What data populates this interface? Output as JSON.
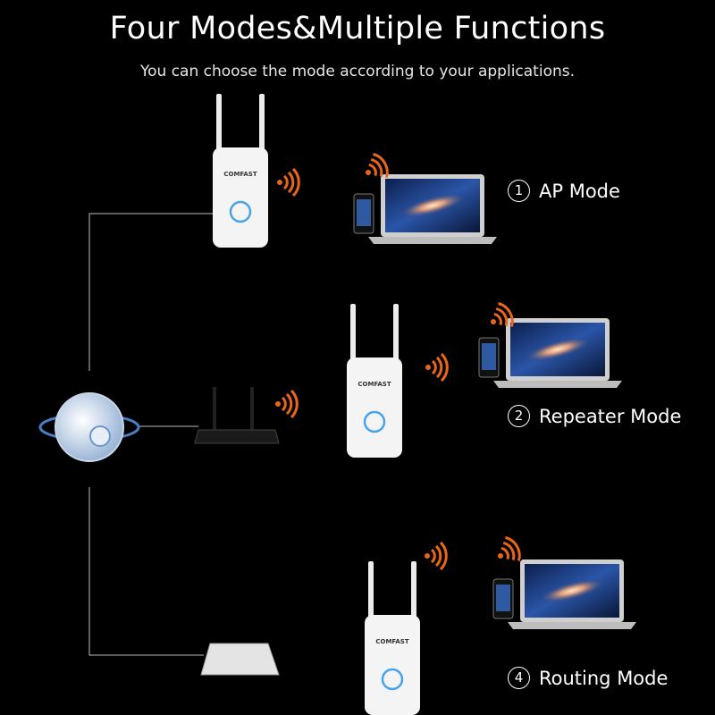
{
  "header": {
    "title": "Four Modes&Multiple Functions",
    "subtitle": "You can choose the mode according to your applications."
  },
  "modes": [
    {
      "number": "1",
      "label": "AP Mode"
    },
    {
      "number": "2",
      "label": "Repeater Mode"
    },
    {
      "number": "4",
      "label": "Routing Mode"
    }
  ],
  "device": {
    "brand": "COMFAST"
  },
  "colors": {
    "background": "#000000",
    "signal": "#e8661a",
    "led": "#4aa3e8",
    "screen": "#1b3a78"
  }
}
